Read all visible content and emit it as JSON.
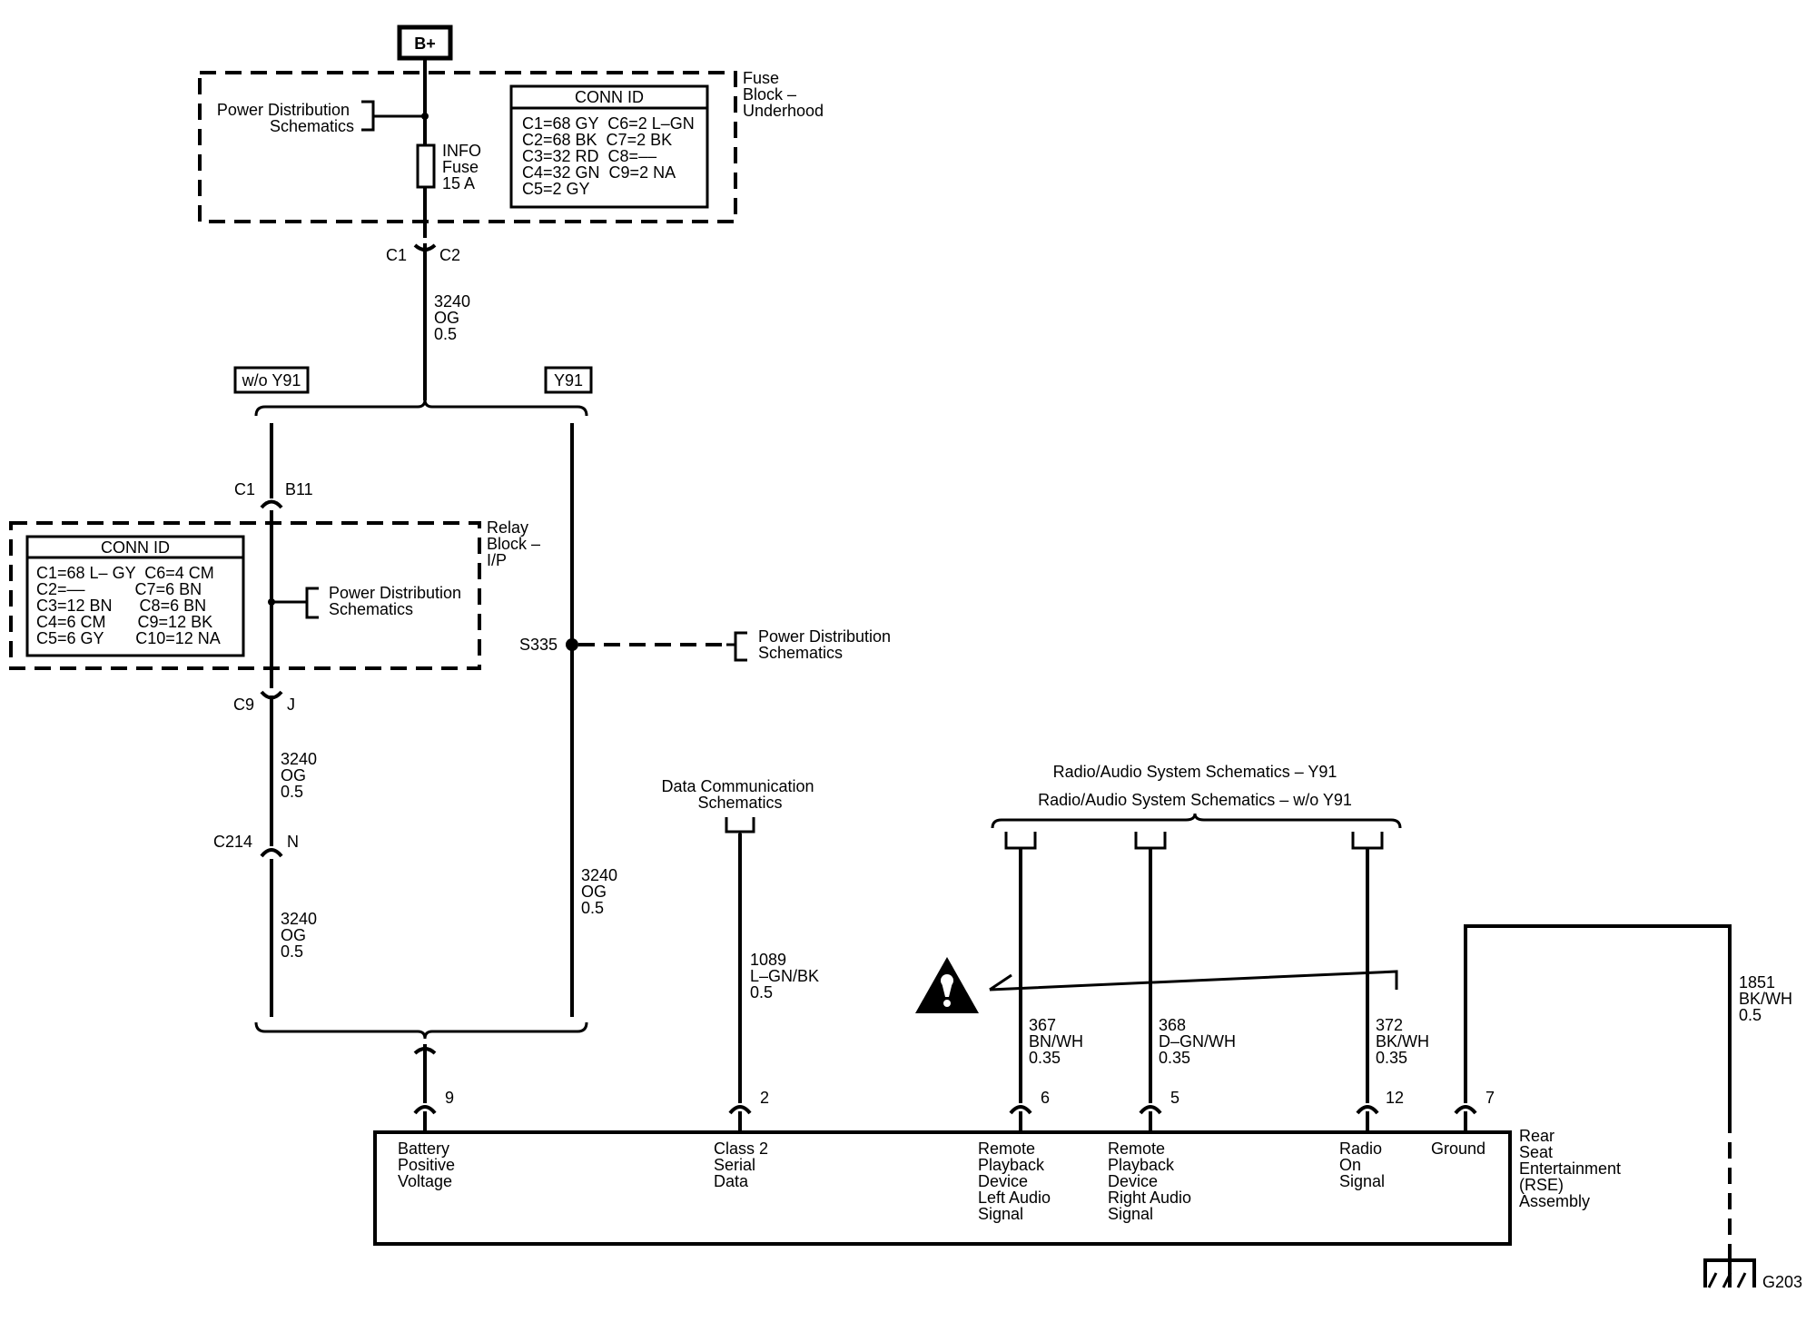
{
  "power": {
    "b_plus": "B+"
  },
  "fuse_block": {
    "label": [
      "Fuse",
      "Block –",
      "Underhood"
    ],
    "ref": [
      "Power Distribution",
      "Schematics"
    ],
    "fuse": [
      "INFO",
      "Fuse",
      "15 A"
    ],
    "conn_title": "CONN ID",
    "conn_rows": [
      "C1=68 GY  C6=2 L–GN",
      "C2=68 BK  C7=2 BK",
      "C3=32 RD  C8=––",
      "C4=32 GN  C9=2 NA",
      "C5=2 GY"
    ],
    "out_left": "C1",
    "out_right": "C2"
  },
  "wire_top": [
    "3240",
    "OG",
    "0.5"
  ],
  "options": {
    "left": "w/o Y91",
    "right": "Y91"
  },
  "relay_block": {
    "label": [
      "Relay",
      "Block –",
      "I/P"
    ],
    "in_left": "C1",
    "in_right": "B11",
    "out_left": "C9",
    "out_right": "J",
    "ref": [
      "Power Distribution",
      "Schematics"
    ],
    "conn_title": "CONN ID",
    "conn_rows": [
      "C1=68 L– GY  C6=4 CM",
      "C2=––           C7=6 BN",
      "C3=12 BN      C8=6 BN",
      "C4=6 CM       C9=12 BK",
      "C5=6 GY       C10=12 NA"
    ]
  },
  "left_path": {
    "wire1": [
      "3240",
      "OG",
      "0.5"
    ],
    "c214_left": "C214",
    "c214_right": "N",
    "wire2": [
      "3240",
      "OG",
      "0.5"
    ]
  },
  "right_path": {
    "splice": "S335",
    "ref": [
      "Power Distribution",
      "Schematics"
    ],
    "wire": [
      "3240",
      "OG",
      "0.5"
    ]
  },
  "data_comm": {
    "ref": [
      "Data Communication",
      "Schematics"
    ],
    "wire": [
      "1089",
      "L–GN/BK",
      "0.5"
    ]
  },
  "radio": {
    "ref_y91": "Radio/Audio System Schematics – Y91",
    "ref_wo": "Radio/Audio System Schematics – w/o Y91",
    "wire_367": [
      "367",
      "BN/WH",
      "0.35"
    ],
    "wire_368": [
      "368",
      "D–GN/WH",
      "0.35"
    ],
    "wire_372": [
      "372",
      "BK/WH",
      "0.35"
    ]
  },
  "ground": {
    "wire": [
      "1851",
      "BK/WH",
      "0.5"
    ],
    "id": "G203"
  },
  "module": {
    "name": [
      "Rear",
      "Seat",
      "Entertainment",
      "(RSE)",
      "Assembly"
    ],
    "pins": [
      {
        "num": "9",
        "label": [
          "Battery",
          "Positive",
          "Voltage"
        ]
      },
      {
        "num": "2",
        "label": [
          "Class 2",
          "Serial",
          "Data"
        ]
      },
      {
        "num": "6",
        "label": [
          "Remote",
          "Playback",
          "Device",
          "Left Audio",
          "Signal"
        ]
      },
      {
        "num": "5",
        "label": [
          "Remote",
          "Playback",
          "Device",
          "Right Audio",
          "Signal"
        ]
      },
      {
        "num": "12",
        "label": [
          "Radio",
          "On",
          "Signal"
        ]
      },
      {
        "num": "7",
        "label": [
          "Ground"
        ]
      }
    ]
  }
}
